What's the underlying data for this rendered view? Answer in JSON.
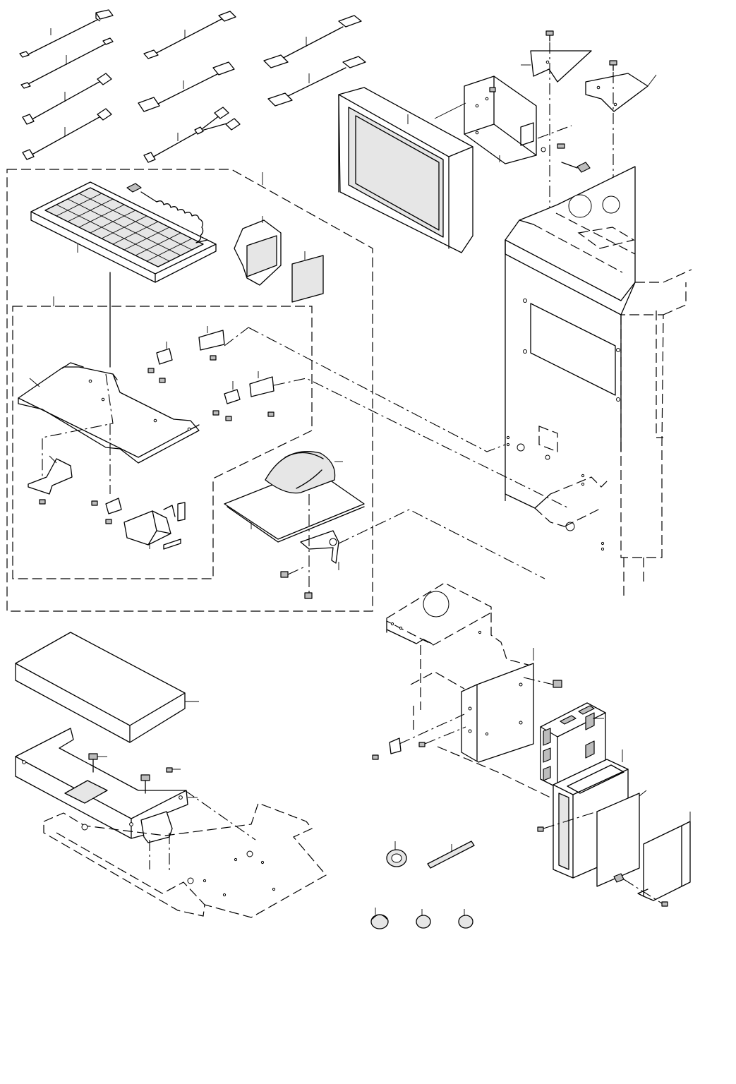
{
  "figure": {
    "type": "exploded-parts-diagram",
    "labels_printed": false,
    "part_groups": [
      "cables",
      "monitor-assembly",
      "keyboard-assembly",
      "pad-assembly",
      "cabinet",
      "base-assembly",
      "board-assembly",
      "small-parts"
    ]
  }
}
